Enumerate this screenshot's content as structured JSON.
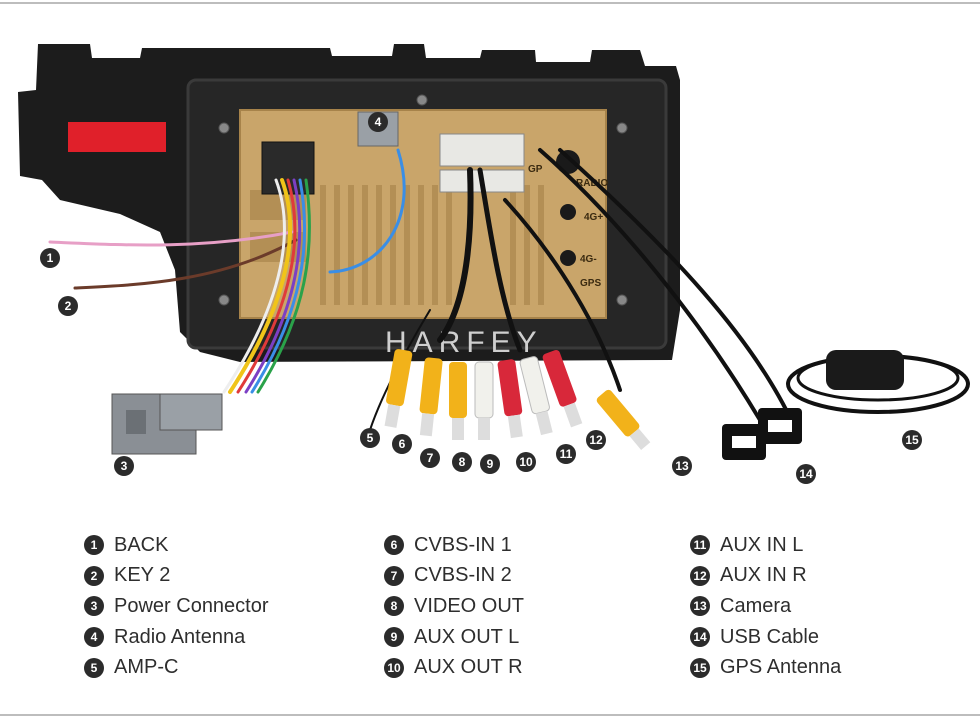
{
  "watermark": "HARFEY",
  "port_labels": {
    "radio": "RADIO",
    "four_g_plus": "4G+",
    "four_g_minus": "4G-",
    "gps": "GPS",
    "gp": "GP"
  },
  "legend": [
    {
      "num": "1",
      "label": "BACK"
    },
    {
      "num": "2",
      "label": "KEY 2"
    },
    {
      "num": "3",
      "label": "Power Connector"
    },
    {
      "num": "4",
      "label": "Radio Antenna"
    },
    {
      "num": "5",
      "label": "AMP-C"
    },
    {
      "num": "6",
      "label": "CVBS-IN 1"
    },
    {
      "num": "7",
      "label": "CVBS-IN 2"
    },
    {
      "num": "8",
      "label": "VIDEO OUT"
    },
    {
      "num": "9",
      "label": "AUX OUT L"
    },
    {
      "num": "10",
      "label": "AUX OUT R"
    },
    {
      "num": "11",
      "label": "AUX IN L"
    },
    {
      "num": "12",
      "label": "AUX IN R"
    },
    {
      "num": "13",
      "label": "Camera"
    },
    {
      "num": "14",
      "label": "USB Cable"
    },
    {
      "num": "15",
      "label": "GPS Antenna"
    }
  ],
  "colors": {
    "panel": "#c9a56a",
    "housing": "#1c1c1c",
    "rca_yellow": "#f2b21a",
    "rca_white": "#f1f1ec",
    "rca_red": "#d8283a",
    "grey_connector": "#8a8f95",
    "brake_red": "#e0202a"
  }
}
